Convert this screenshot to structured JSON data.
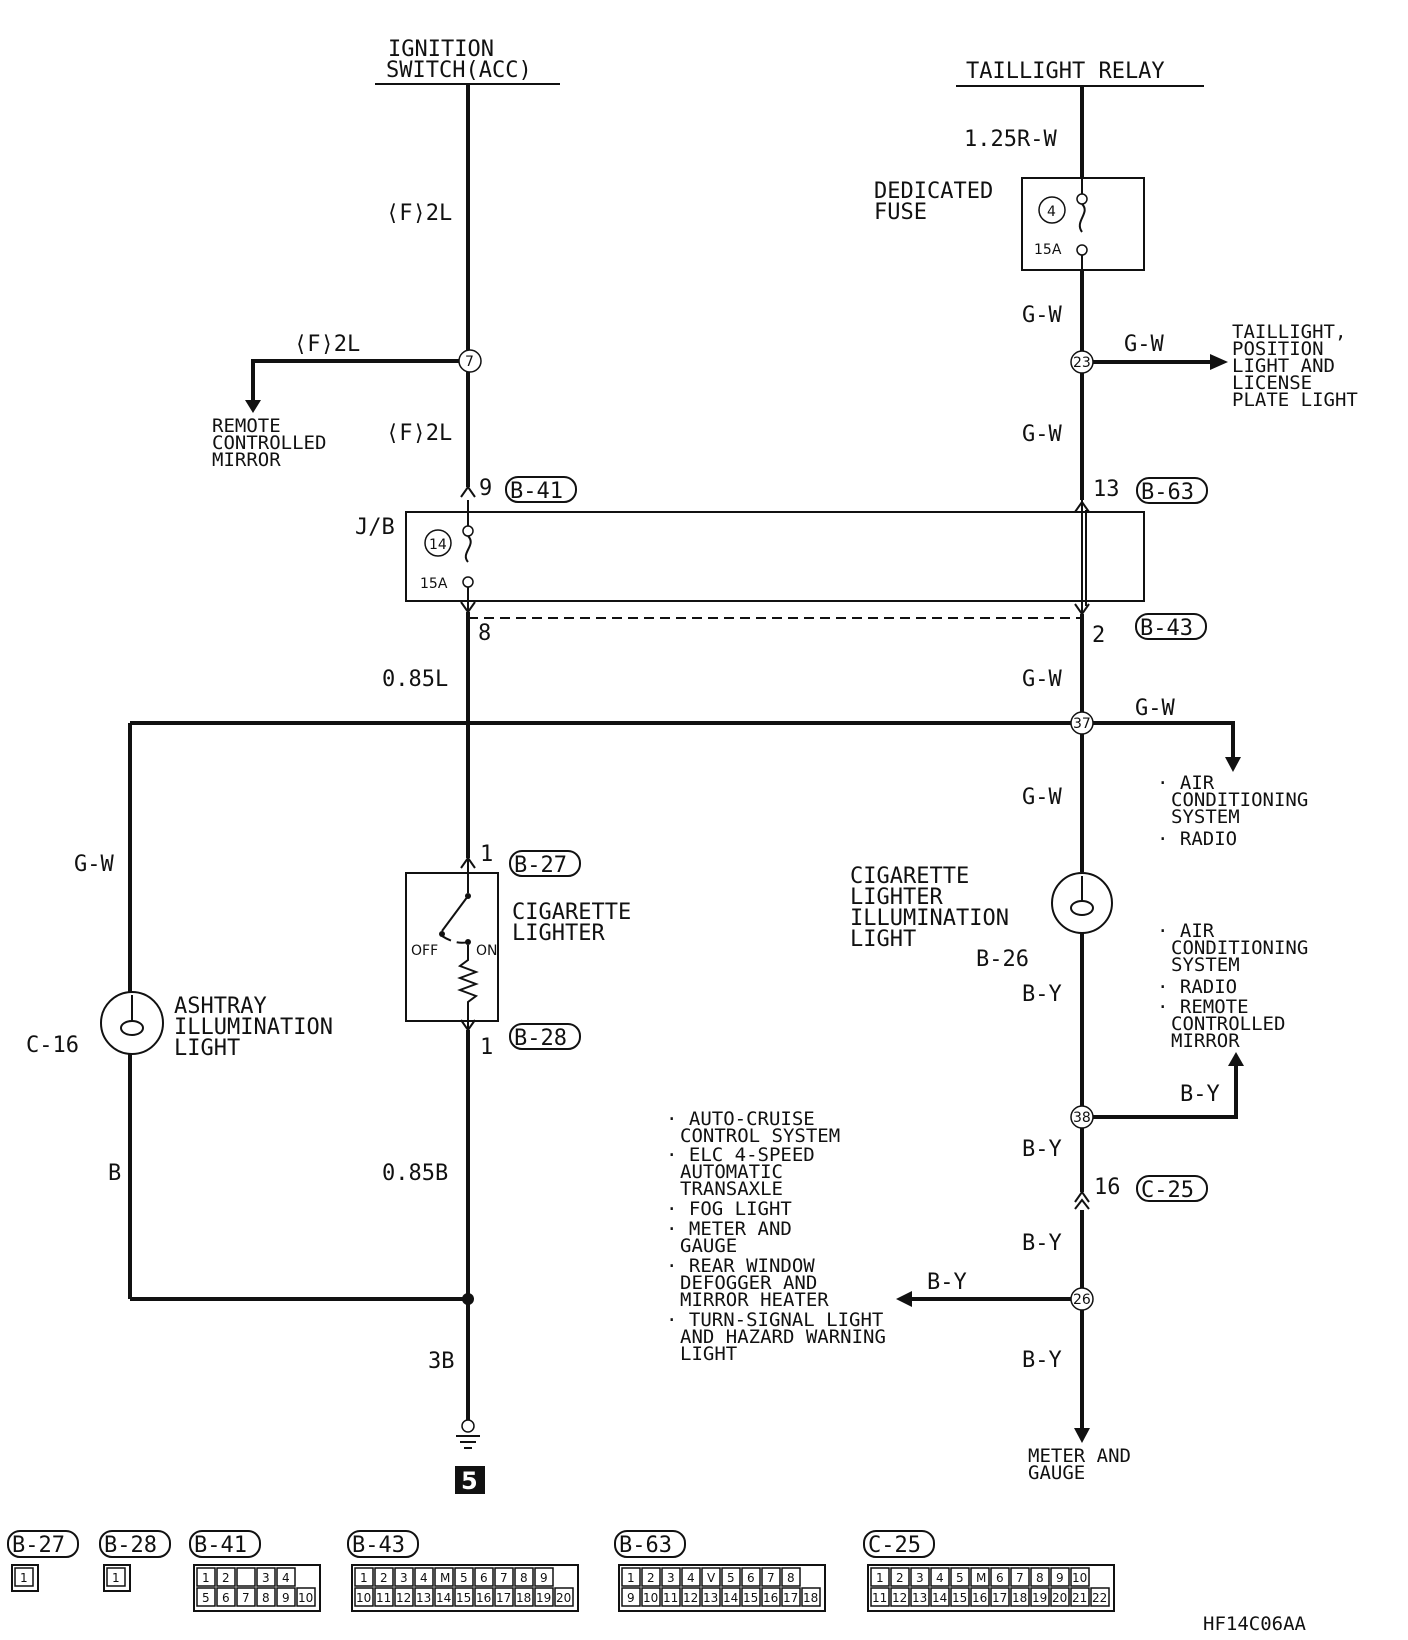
{
  "sources": {
    "ignition_switch": [
      "IGNITION",
      "SWITCH(ACC)"
    ],
    "taillight_relay": "TAILLIGHT RELAY"
  },
  "wires": {
    "f2l_top": "⟨F⟩2L",
    "f2l_branch": "⟨F⟩2L",
    "f2l_lower": "⟨F⟩2L",
    "w125rw": "1.25R-W",
    "gw_fuse_out": "G-W",
    "gw_branch_23": "G-W",
    "gw_above_jb": "G-W",
    "w085l": "0.85L",
    "gw_below_jb": "G-W",
    "gw_branch_37": "G-W",
    "gw_above_lamp": "G-W",
    "gw_left": "G-W",
    "by_below_lamp": "B-Y",
    "by_branch_38": "B-Y",
    "by_above_c25": "B-Y",
    "by_below_c25": "B-Y",
    "by_branch_26": "B-Y",
    "by_bottom": "B-Y",
    "b_left": "B",
    "w085b": "0.85B",
    "w3b": "3B"
  },
  "fuses": {
    "dedicated": {
      "label": [
        "DEDICATED",
        "FUSE"
      ],
      "number": "4",
      "rating": "15A"
    },
    "jb": {
      "label": "J/B",
      "number": "14",
      "rating": "15A"
    }
  },
  "splices": {
    "s7": "7",
    "s23": "23",
    "s37": "37",
    "s38": "38",
    "s26": "26"
  },
  "connectors": {
    "b41": {
      "name": "B-41",
      "pin": "9"
    },
    "b63": {
      "name": "B-63",
      "pin": "13"
    },
    "b43": {
      "name": "B-43",
      "pin_left": "8",
      "pin_right": "2"
    },
    "b27": {
      "name": "B-27",
      "pin": "1"
    },
    "b28": {
      "name": "B-28",
      "pin": "1"
    },
    "c25": {
      "name": "C-25",
      "pin": "16"
    }
  },
  "components": {
    "cigarette_lighter": [
      "CIGARETTE",
      "LIGHTER"
    ],
    "switch_off": "OFF",
    "switch_on": "ON",
    "lighter_lamp": [
      "CIGARETTE",
      "LIGHTER",
      "ILLUMINATION",
      "LIGHT"
    ],
    "lighter_lamp_id": "B-26",
    "ashtray_lamp": [
      "ASHTRAY",
      "ILLUMINATION",
      "LIGHT"
    ],
    "ashtray_lamp_id": "C-16",
    "ground_number": "5"
  },
  "destinations": {
    "remote_mirror": [
      "REMOTE",
      "CONTROLLED",
      "MIRROR"
    ],
    "taillight_position": [
      "TAILLIGHT,",
      "POSITION",
      "LIGHT AND",
      "LICENSE",
      "PLATE LIGHT"
    ],
    "ac_radio_1": [
      "· AIR",
      "CONDITIONING",
      "SYSTEM",
      "· RADIO"
    ],
    "ac_radio_mirror": [
      "· AIR",
      "CONDITIONING",
      "SYSTEM",
      "· RADIO",
      "· REMOTE",
      "CONTROLLED",
      "MIRROR"
    ],
    "systems_list": [
      "· AUTO-CRUISE",
      "CONTROL SYSTEM",
      "· ELC 4-SPEED",
      "AUTOMATIC",
      "TRANSAXLE",
      "· FOG LIGHT",
      "· METER AND",
      "GAUGE",
      "· REAR WINDOW",
      "DEFOGGER AND",
      "MIRROR HEATER",
      "· TURN-SIGNAL LIGHT",
      "AND HAZARD WARNING",
      "LIGHT"
    ],
    "meter_gauge": [
      "METER AND",
      "GAUGE"
    ]
  },
  "connector_faces": [
    {
      "name": "B-27",
      "rows": [
        [
          "1"
        ]
      ]
    },
    {
      "name": "B-28",
      "rows": [
        [
          "1"
        ]
      ]
    },
    {
      "name": "B-41",
      "rows": [
        [
          "1",
          "2",
          "",
          "3",
          "4"
        ],
        [
          "5",
          "6",
          "7",
          "8",
          "9",
          "10"
        ]
      ]
    },
    {
      "name": "B-43",
      "rows": [
        [
          "1",
          "2",
          "3",
          "4",
          "M",
          "5",
          "6",
          "7",
          "8",
          "9"
        ],
        [
          "10",
          "11",
          "12",
          "13",
          "14",
          "15",
          "16",
          "17",
          "18",
          "19",
          "20"
        ]
      ]
    },
    {
      "name": "B-63",
      "rows": [
        [
          "1",
          "2",
          "3",
          "4",
          "V",
          "5",
          "6",
          "7",
          "8"
        ],
        [
          "9",
          "10",
          "11",
          "12",
          "13",
          "14",
          "15",
          "16",
          "17",
          "18"
        ]
      ]
    },
    {
      "name": "C-25",
      "rows": [
        [
          "1",
          "2",
          "3",
          "4",
          "5",
          "M",
          "6",
          "7",
          "8",
          "9",
          "10"
        ],
        [
          "11",
          "12",
          "13",
          "14",
          "15",
          "16",
          "17",
          "18",
          "19",
          "20",
          "21",
          "22"
        ]
      ]
    }
  ],
  "figure_code": "HF14C06AA"
}
